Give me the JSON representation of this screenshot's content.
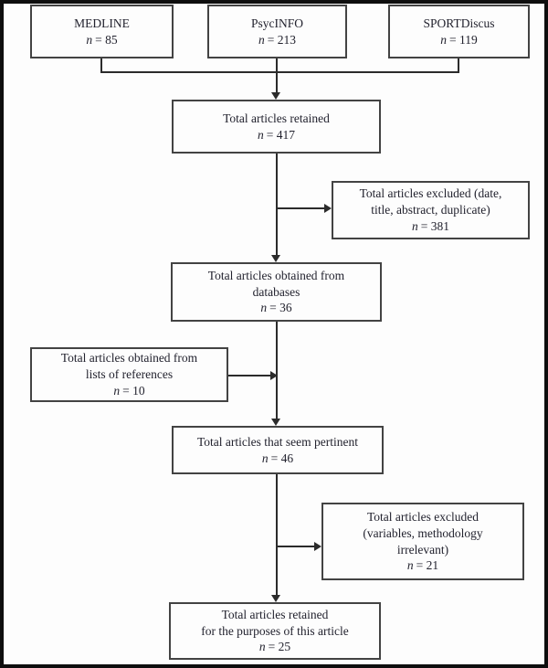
{
  "diagram": {
    "type": "flowchart",
    "description": "Article selection flow diagram across databases",
    "colors": {
      "bg": "#fdfdfd",
      "frame": "#0e0e0e",
      "box-border": "#434343",
      "line": "#2b2b2b",
      "text": "#22222e"
    }
  },
  "boxes": [
    {
      "id": "medline",
      "lines": [
        "MEDLINE"
      ],
      "n_var": "n",
      "n_eq": "= 85"
    },
    {
      "id": "psycinfo",
      "lines": [
        "PsycINFO"
      ],
      "n_var": "n",
      "n_eq": "= 213"
    },
    {
      "id": "sportdiscus",
      "lines": [
        "SPORTDiscus"
      ],
      "n_var": "n",
      "n_eq": "= 119"
    },
    {
      "id": "total-retained",
      "lines": [
        "Total articles retained"
      ],
      "n_var": "n",
      "n_eq": "= 417"
    },
    {
      "id": "excluded-initial",
      "lines": [
        "Total articles excluded (date,",
        "title, abstract, duplicate)"
      ],
      "n_var": "n",
      "n_eq": "= 381"
    },
    {
      "id": "from-databases",
      "lines": [
        "Total articles obtained from",
        "databases"
      ],
      "n_var": "n",
      "n_eq": "= 36"
    },
    {
      "id": "from-references",
      "lines": [
        "Total articles obtained from",
        "lists of references"
      ],
      "n_var": "n",
      "n_eq": "= 10"
    },
    {
      "id": "seem-pertinent",
      "lines": [
        "Total articles that seem pertinent"
      ],
      "n_var": "n",
      "n_eq": "= 46"
    },
    {
      "id": "excluded-secondary",
      "lines": [
        "Total articles excluded",
        "(variables, methodology",
        "irrelevant)"
      ],
      "n_var": "n",
      "n_eq": "= 21"
    },
    {
      "id": "final-retained",
      "lines": [
        "Total articles retained",
        "for the purposes of this article"
      ],
      "n_var": "n",
      "n_eq": "= 25"
    }
  ]
}
